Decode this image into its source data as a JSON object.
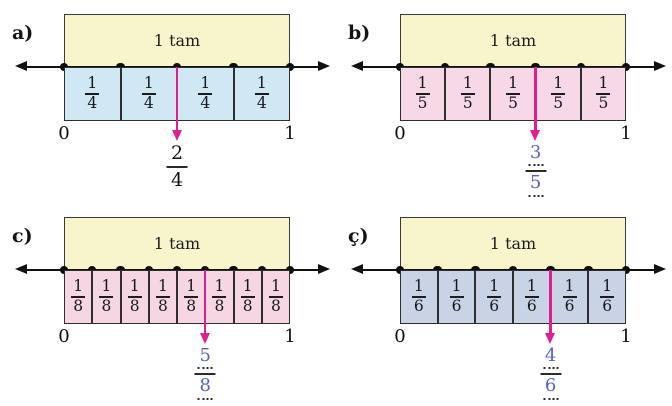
{
  "colors": {
    "background": "#ffffff",
    "whole_box_fill": "#f8f4cc",
    "outline": "#3a3a3a",
    "axis_color": "#111111",
    "dot_color": "#0d0d0d",
    "pointer_arrow_color": "#e01f8f",
    "printed_text_color": "#131313",
    "handwritten_color": "#5a5ec6"
  },
  "panels": [
    {
      "label": "a)",
      "whole_label": "1 tam",
      "parts": 4,
      "cell": {
        "numerator": "1",
        "denominator": "4"
      },
      "cell_fill": "#cfe8f4",
      "axis_start_label": "0",
      "axis_end_label": "1",
      "arrow_points_to": "2/4",
      "answer": {
        "numerator": "2",
        "denominator": "4",
        "written_in": "print"
      }
    },
    {
      "label": "b)",
      "whole_label": "1 tam",
      "parts": 5,
      "cell": {
        "numerator": "1",
        "denominator": "5"
      },
      "cell_fill": "#f6d8e6",
      "axis_start_label": "0",
      "axis_end_label": "1",
      "arrow_points_to": "3/5",
      "answer": {
        "numerator": "3",
        "denominator": "5",
        "written_in": "handwriting"
      }
    },
    {
      "label": "c)",
      "whole_label": "1 tam",
      "parts": 8,
      "cell": {
        "numerator": "1",
        "denominator": "8"
      },
      "cell_fill": "#f6d6e2",
      "axis_start_label": "0",
      "axis_end_label": "1",
      "arrow_points_to": "5/8",
      "answer": {
        "numerator": "5",
        "denominator": "8",
        "written_in": "handwriting"
      }
    },
    {
      "label": "ç)",
      "whole_label": "1 tam",
      "parts": 6,
      "cell": {
        "numerator": "1",
        "denominator": "6"
      },
      "cell_fill": "#c8d4e5",
      "axis_start_label": "0",
      "axis_end_label": "1",
      "arrow_points_to": "4/6",
      "answer": {
        "numerator": "4",
        "denominator": "6",
        "written_in": "handwriting"
      }
    }
  ]
}
